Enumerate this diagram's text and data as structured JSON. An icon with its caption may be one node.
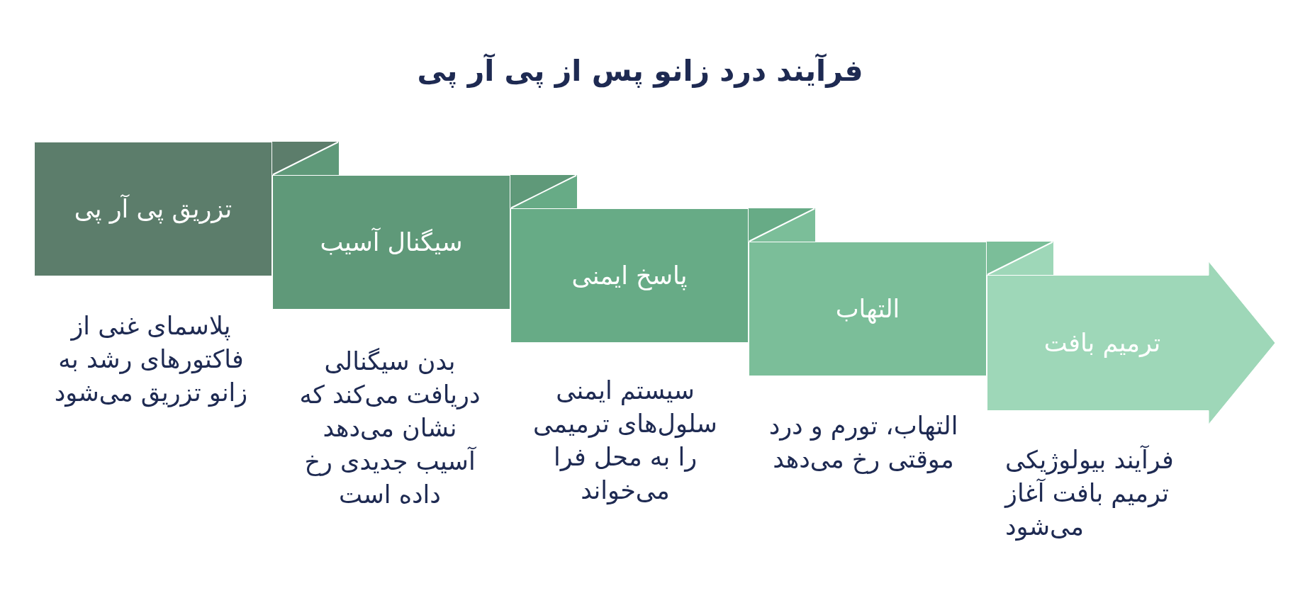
{
  "diagram": {
    "title": "فرآیند درد زانو پس از پی آر پی",
    "nodes": [
      {
        "text": [
          "تزریق پی آر پی"
        ],
        "beside": [
          "پلاسمای غنی از فاکتورهای رشد به زانو تزریق می‌شود"
        ]
      },
      {
        "text": [
          "سیگنال آسیب"
        ],
        "beside": [
          "بدن سیگنالی دریافت می‌کند که نشان می‌دهد آسیب جدیدی رخ داده است"
        ]
      },
      {
        "text": [
          "پاسخ ایمنی"
        ],
        "beside": [
          "سیستم ایمنی سلول‌های ترمیمی را به محل فرا می‌خواند"
        ]
      },
      {
        "text": [
          "التهاب"
        ],
        "beside": [
          "التهاب، تورم و درد موقتی رخ می‌دهد"
        ]
      },
      {
        "text": [
          "ترمیم بافت"
        ],
        "beside": [
          "فرآیند بیولوژیکی ترمیم بافت آغاز می‌شود"
        ]
      }
    ]
  }
}
